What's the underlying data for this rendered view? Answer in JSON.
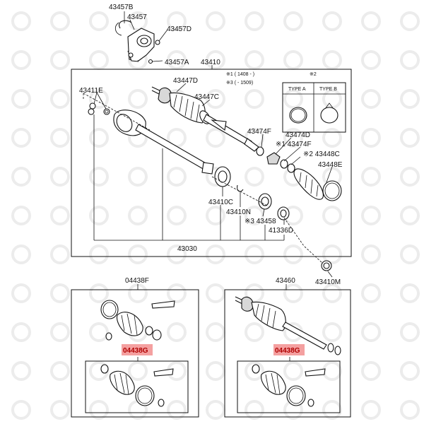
{
  "parts": {
    "p43457B": "43457B",
    "p43457": "43457",
    "p43457D": "43457D",
    "p43457A": "43457A",
    "p43410": "43410",
    "p43447D": "43447D",
    "p43447C": "43447C",
    "p43411E": "43411E",
    "p43474F_a": "43474F",
    "p43474D": "43474D",
    "p43474F_b": "※1 43474F",
    "p43448C": "※2 43448C",
    "p43448E": "43448E",
    "p43410C": "43410C",
    "p43410N": "43410N",
    "p43458": "※3 43458",
    "p41336D": "41336D",
    "p43030": "43030",
    "p43410M": "43410M",
    "p04438F": "04438F",
    "p43460": "43460"
  },
  "notes": {
    "n1": "※1 ( 1408 -          )",
    "n3": "※3 (          - 1509)",
    "n2": "※2",
    "type_a": "TYPE A",
    "type_b": "TYPE B"
  },
  "highlight": {
    "label_left": "04438G",
    "label_right": "04438G",
    "color": "#f4a0a0"
  }
}
